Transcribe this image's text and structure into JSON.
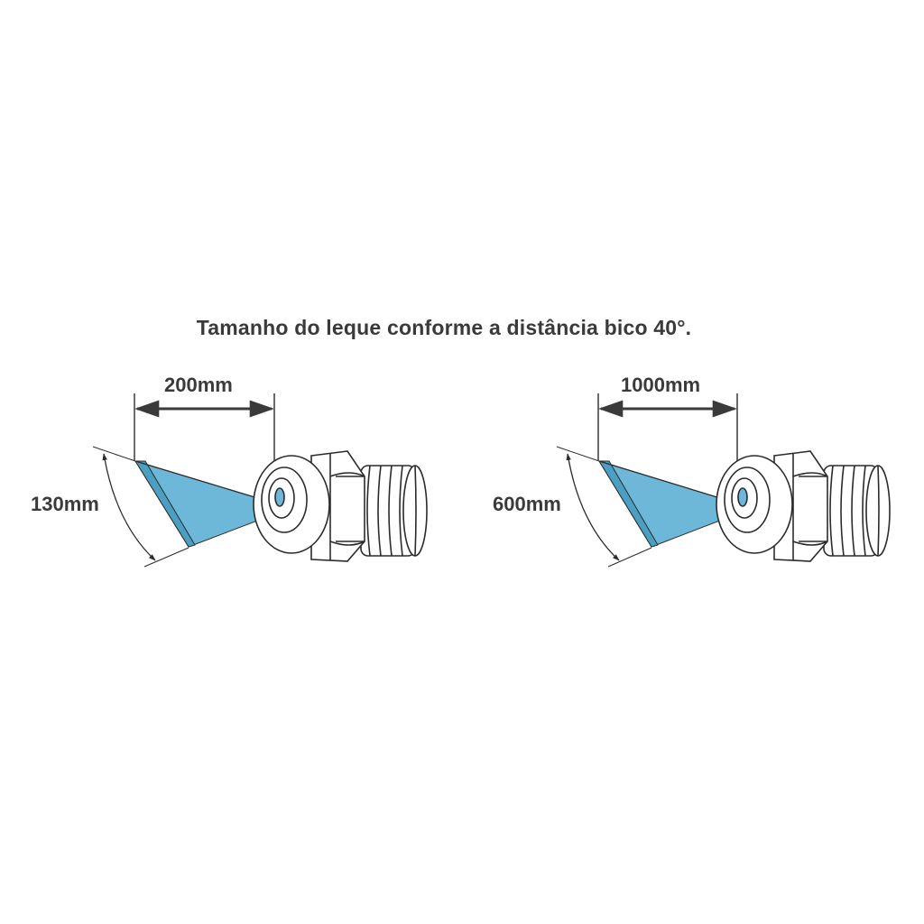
{
  "title": "Tamanho do leque conforme a distância bico 40°.",
  "colors": {
    "spray_fill": "#6db8d8",
    "spray_edge": "#4a9fc2",
    "line": "#2b2b2b",
    "text": "#3a3a3a"
  },
  "diagrams": [
    {
      "distance_label": "200mm",
      "width_label": "130mm"
    },
    {
      "distance_label": "1000mm",
      "width_label": "600mm"
    }
  ]
}
